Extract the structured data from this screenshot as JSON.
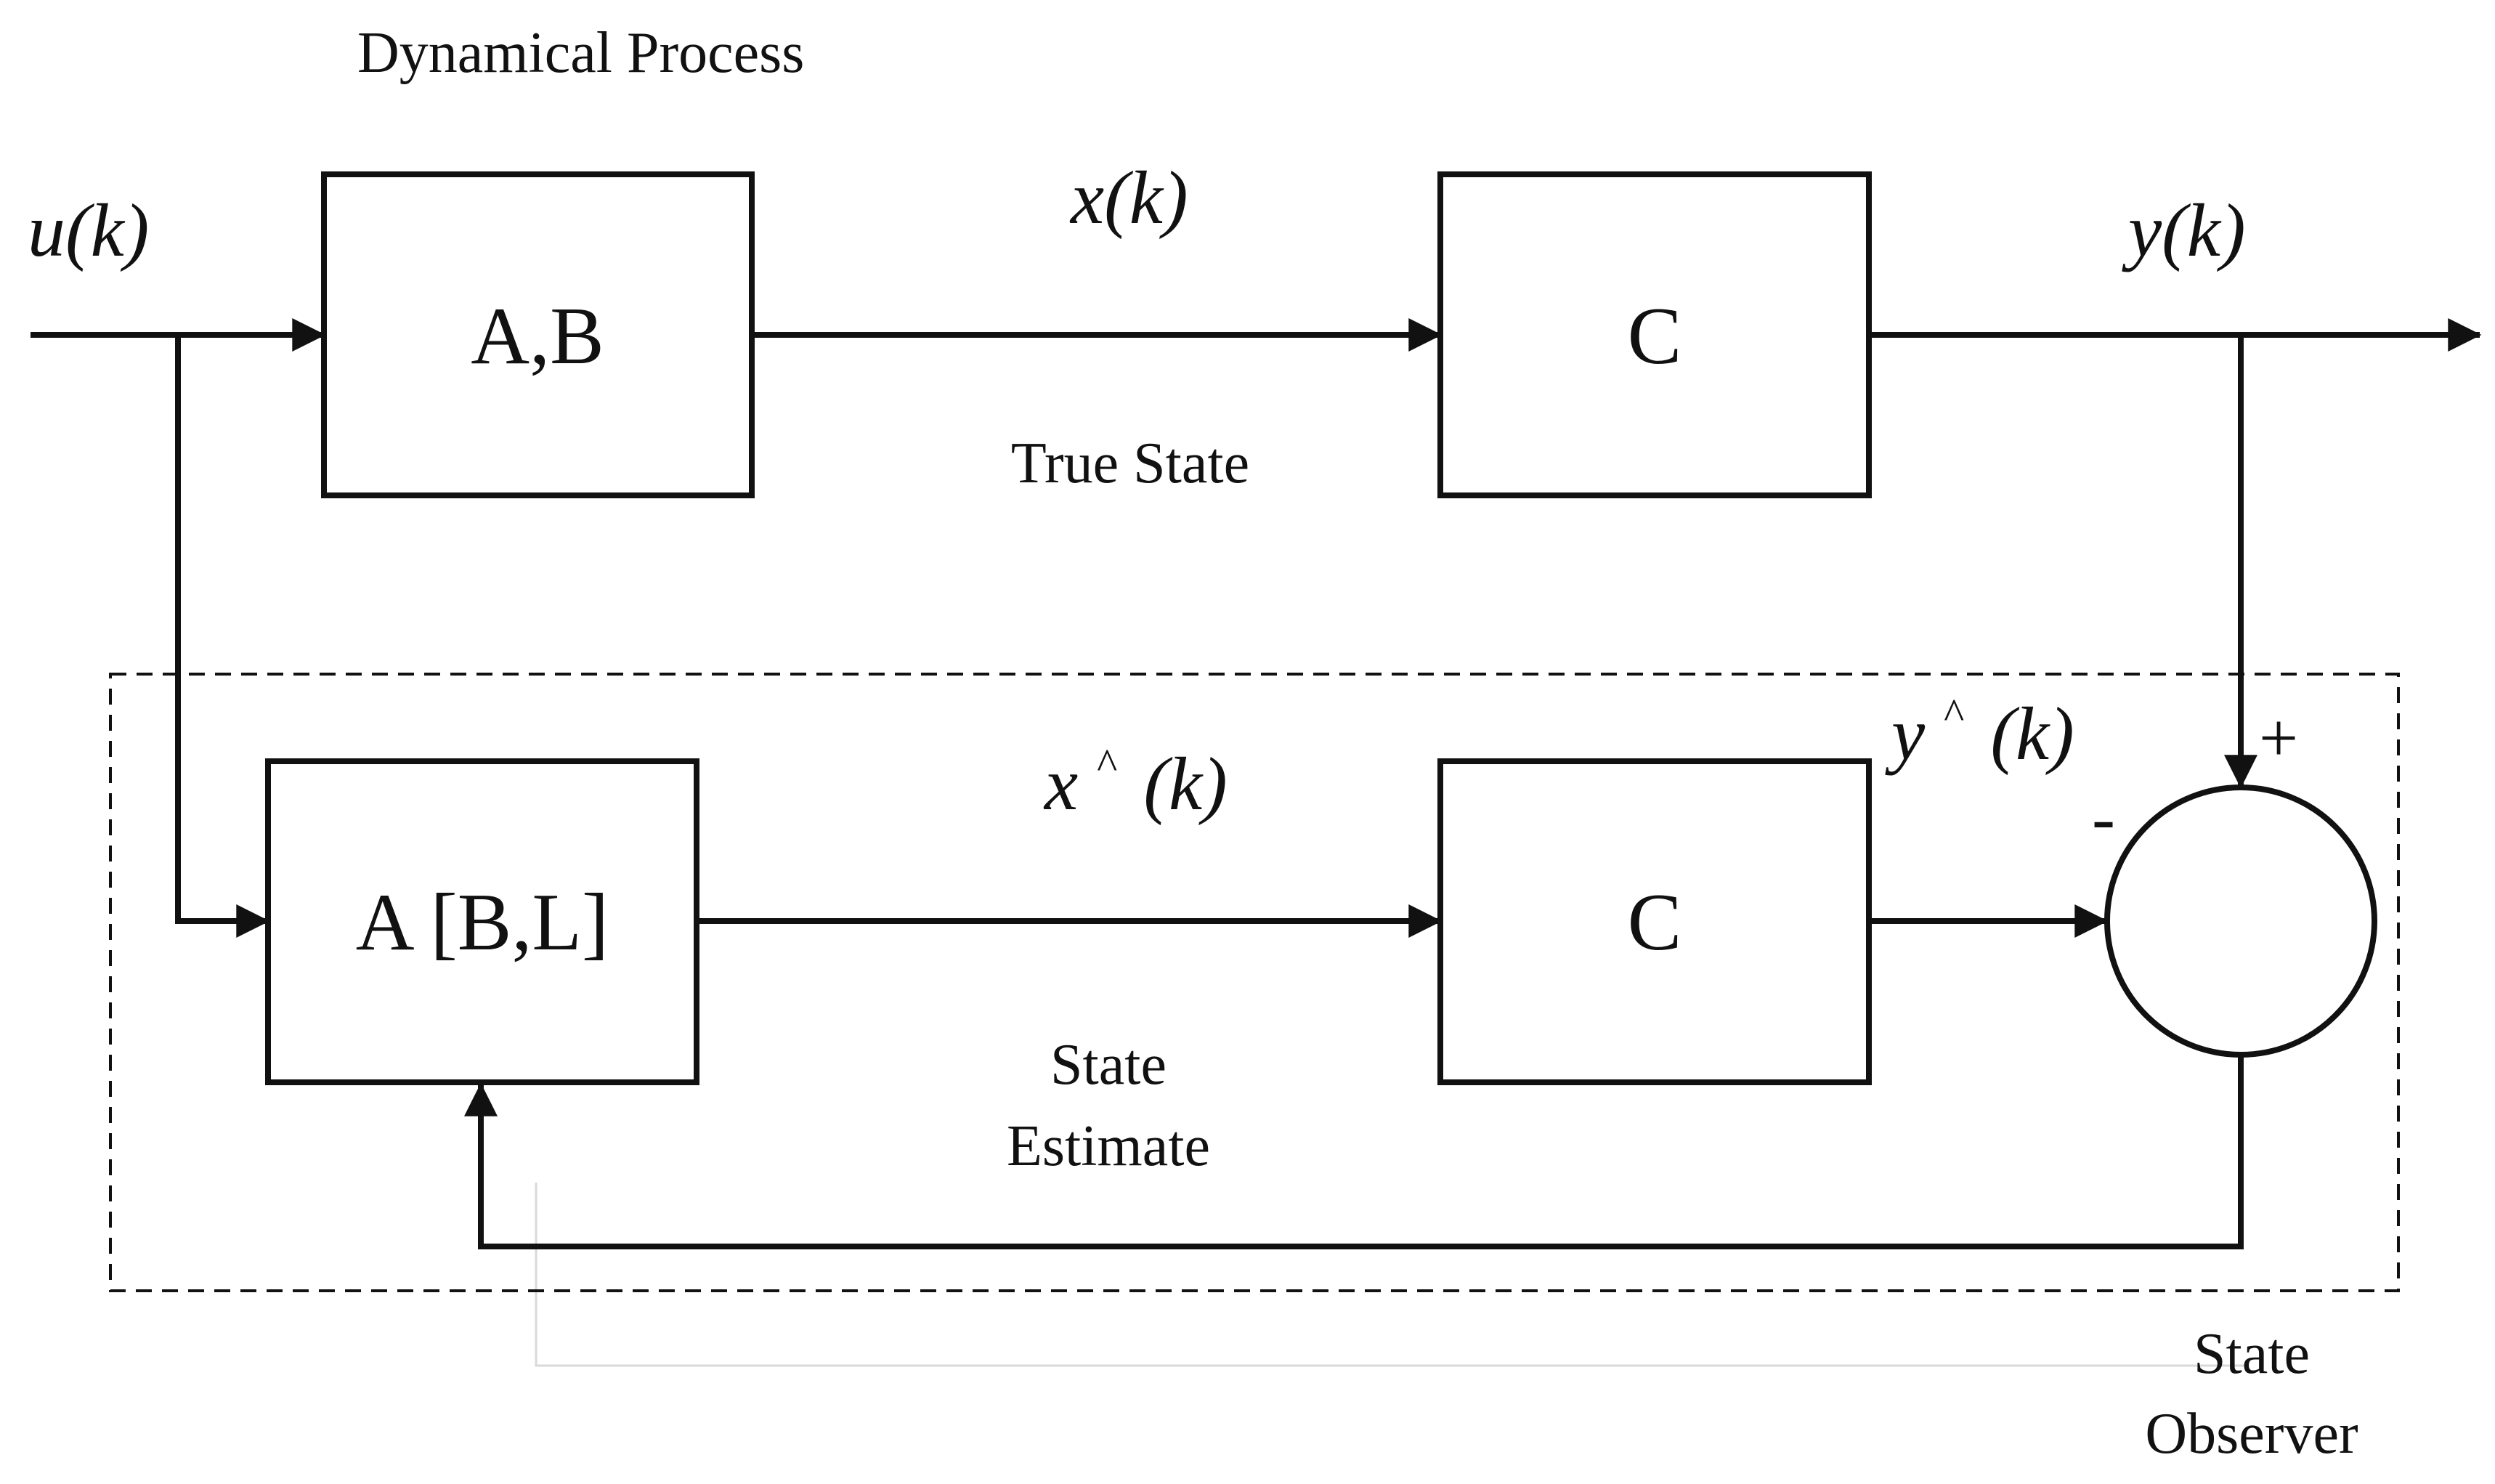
{
  "labels": {
    "dynamical_process": "Dynamical Process",
    "true_state": "True State",
    "state_estimate_line1": "State",
    "state_estimate_line2": "Estimate",
    "state_observer_line1": "State",
    "state_observer_line2": "Observer"
  },
  "signals": {
    "input": "u(k)",
    "true_state": "x(k)",
    "output": "y(k)",
    "estimated_state_base": "x",
    "estimated_state_hat": "^",
    "estimated_state_arg": "(k)",
    "estimated_output_base": "y",
    "estimated_output_hat": "^",
    "estimated_output_arg": "(k)"
  },
  "blocks": {
    "process_dynamics": "A,B",
    "process_output": "C",
    "observer_dynamics": "A [B,L]",
    "observer_output": "C"
  },
  "summing_junction": {
    "plus_sign": "+",
    "minus_sign": "-"
  },
  "colors": {
    "stroke": "#111111",
    "background": "#ffffff",
    "faint_line": "#d9d9d9"
  }
}
